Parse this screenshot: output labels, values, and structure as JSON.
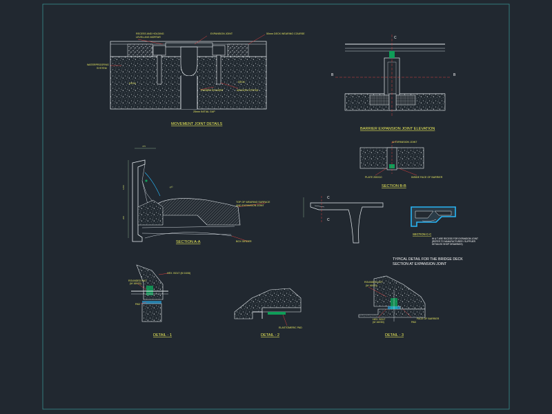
{
  "colors": {
    "background": "#212830",
    "border": "#3a8f8f",
    "line": "#e9eef2",
    "label": "#e8e860",
    "title": "#f2f25a",
    "highlight": "#29b6f6",
    "leader": "#e04040"
  },
  "movement_joint": {
    "title": "MOVEMENT JOINT DETAILS",
    "labels": {
      "recess": "RECESS AND HOLDING",
      "levelling": "LEVELLING MORTAR",
      "expansion_joint": "EXPANSION JOINT",
      "wearing_course": "50mm DECK WEARING COURSE",
      "waterproofing": "WATERPROOFING",
      "system": "SYSTEM",
      "deck_left": "DECK",
      "rubber_element": "RUBBER ELEMENT",
      "deck_right": "DECK",
      "anchor": "ANCHOR SYSTEM",
      "gap": "25mm INITIAL GAP"
    }
  },
  "barrier_elevation": {
    "title": "BARRIER EXPANSION JOINT ELEVATION",
    "mark_c": "C",
    "mark_b": "B"
  },
  "section_aa": {
    "title": "SECTION A-A",
    "labels": {
      "top_surface_1": "TOP OF WEARING SURFACE",
      "top_surface_2": "AND EXPANSION JOINT",
      "box_girder": "BOX GIRDER"
    },
    "dims": [
      "475",
      "1250",
      "200",
      "300"
    ]
  },
  "section_bb": {
    "title": "SECTION B-B",
    "labels": {
      "cl_joint": "℄ EXPANSION JOINT",
      "plate": "PLATE 200X10",
      "face_barrier": "INSIDE FACE OF BARRIER"
    }
  },
  "typical_detail": {
    "mark_c": "C",
    "title_1": "TYPICAL DETAIL FOR THE BRIDGE DECK",
    "title_2": "SECTION AT EXPANSION JOINT"
  },
  "section_cc": {
    "title": "SECTION C-C",
    "notes": [
      "W & T ARE RECESS FOR EXPANSION JOINT",
      "(REFER TO MANUFACTURER / SUPPLIER",
      "DETAILED SHOP DRAWINGS)"
    ]
  },
  "detail_1": {
    "title": "DETAIL - 1",
    "labels": {
      "hex_bolt": "HEX. BOLT (M 16X6)",
      "rounded_nut": "ROUNDED NUT",
      "nut_size": "(M 16X20)",
      "pad": "PAD"
    }
  },
  "detail_2": {
    "title": "DETAIL - 2",
    "labels": {
      "elastomeric_pad": "ELASTOMERIC PAD"
    }
  },
  "detail_3": {
    "title": "DETAIL - 3",
    "labels": {
      "rounded_nut": "ROUNDED NUT",
      "nut_size": "(M 16X20)",
      "hex_bolt": "HEX. BOLT",
      "bolt_size": "(M 16X50)",
      "face_barrier": "FACE OF BARRIER",
      "pad": "PAD"
    }
  }
}
